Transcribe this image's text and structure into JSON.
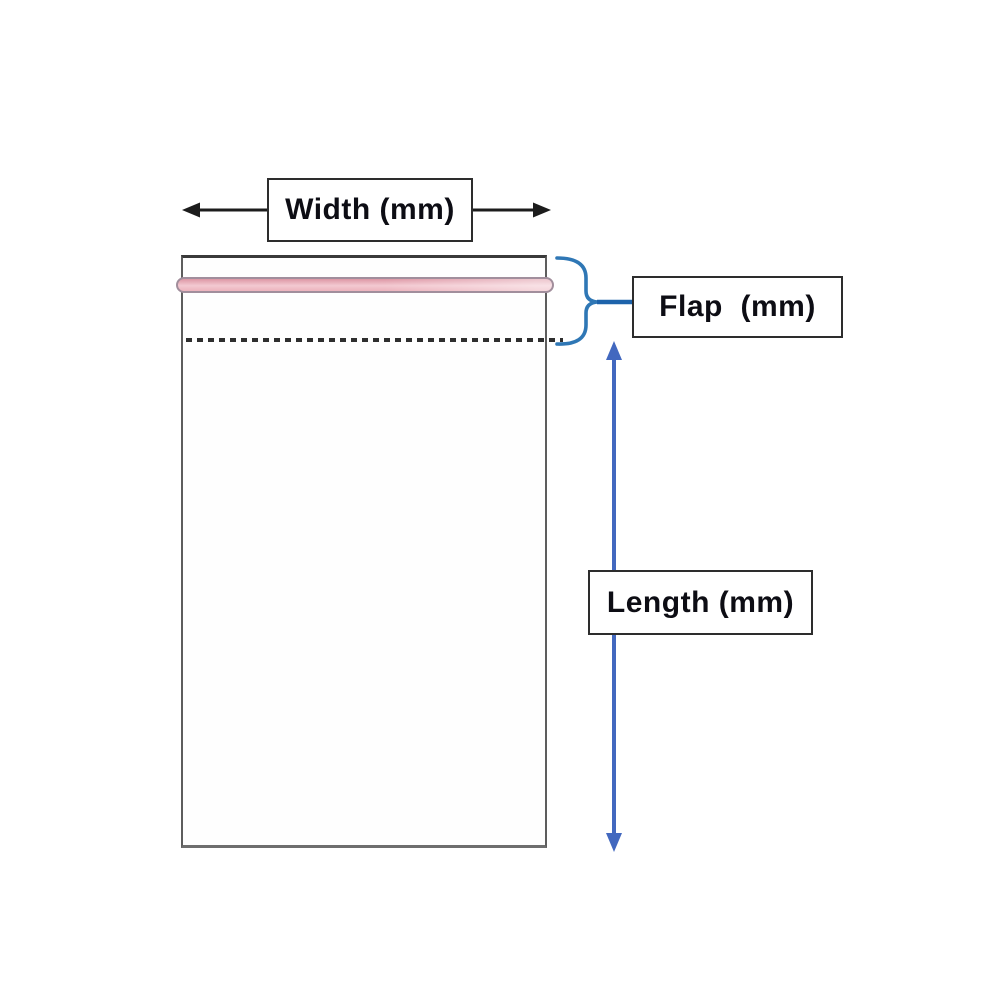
{
  "diagram": {
    "labels": {
      "width": "Width (mm)",
      "flap": "Flap  (mm)",
      "length": "Length (mm)"
    },
    "icons": {
      "width_arrow": "double-headed-horizontal-arrow",
      "flap_brace": "right-curly-brace",
      "length_arrow": "double-headed-vertical-arrow"
    },
    "colors": {
      "background": "#ffffff",
      "black_arrow": "#1c1c1c",
      "blue_length_arrow": "#4268bf",
      "brace_blue": "#2f77b5",
      "brace_connector_blue": "#1d63ab",
      "strip_pink": "#eba9b4",
      "strip_border": "#a18e9c",
      "bag_border": "#4d4d4d",
      "label_box_border": "#2d2d2d",
      "fold_line": "#2e2e2e"
    }
  }
}
